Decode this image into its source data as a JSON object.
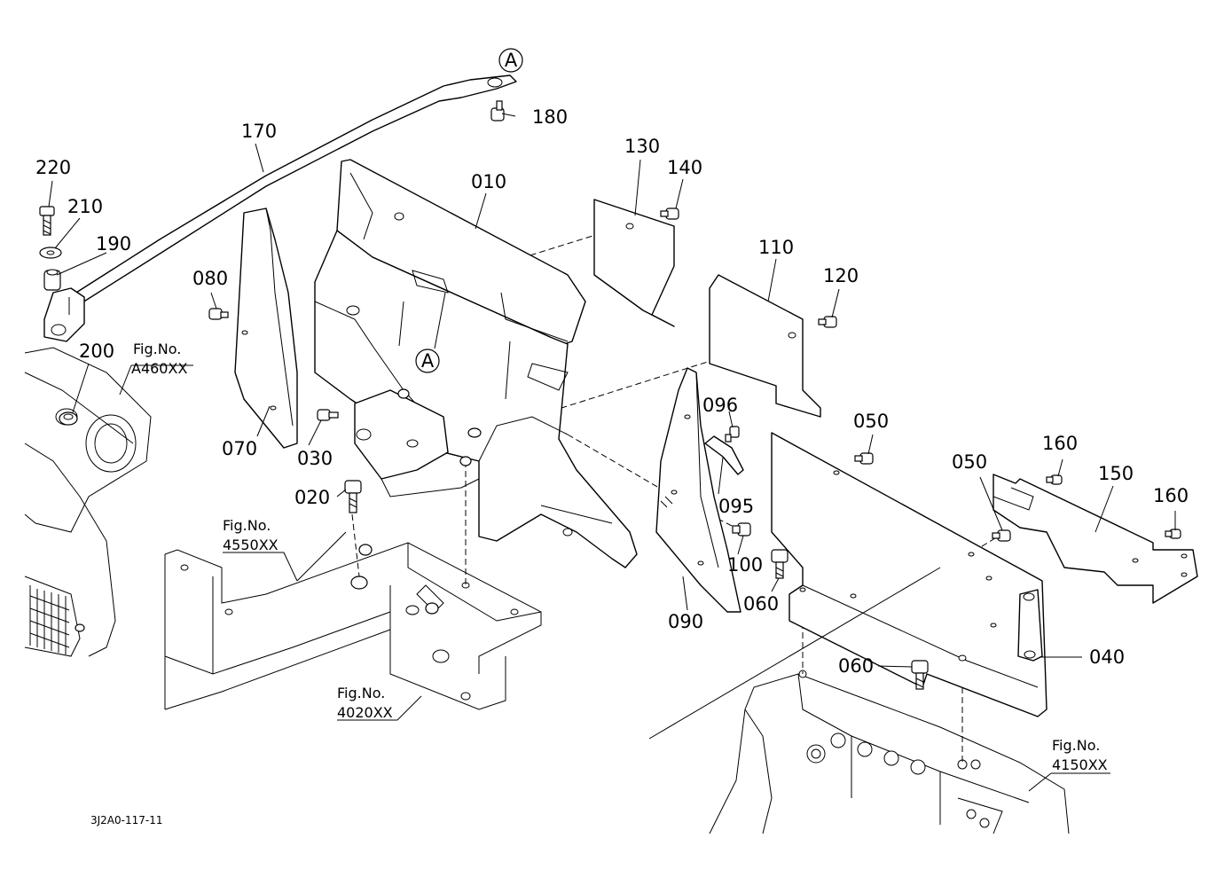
{
  "labels": {
    "p010": "010",
    "p020": "020",
    "p030": "030",
    "p040": "040",
    "p050a": "050",
    "p050b": "050",
    "p060a": "060",
    "p060b": "060",
    "p070": "070",
    "p080": "080",
    "p090": "090",
    "p095": "095",
    "p096": "096",
    "p100": "100",
    "p110": "110",
    "p120": "120",
    "p130": "130",
    "p140": "140",
    "p150": "150",
    "p160a": "160",
    "p160b": "160",
    "p170": "170",
    "p180": "180",
    "p190": "190",
    "p200": "200",
    "p210": "210",
    "p220": "220"
  },
  "refs": {
    "a_top": "A",
    "a_mid": "A"
  },
  "figrefs": {
    "a460": {
      "line1": "Fig.No.",
      "line2": "A460XX"
    },
    "f4550": {
      "line1": "Fig.No.",
      "line2": "4550XX"
    },
    "f4020": {
      "line1": "Fig.No.",
      "line2": "4020XX"
    },
    "f4150": {
      "line1": "Fig.No.",
      "line2": "4150XX"
    }
  },
  "drawing_code": "3J2A0-117-11"
}
